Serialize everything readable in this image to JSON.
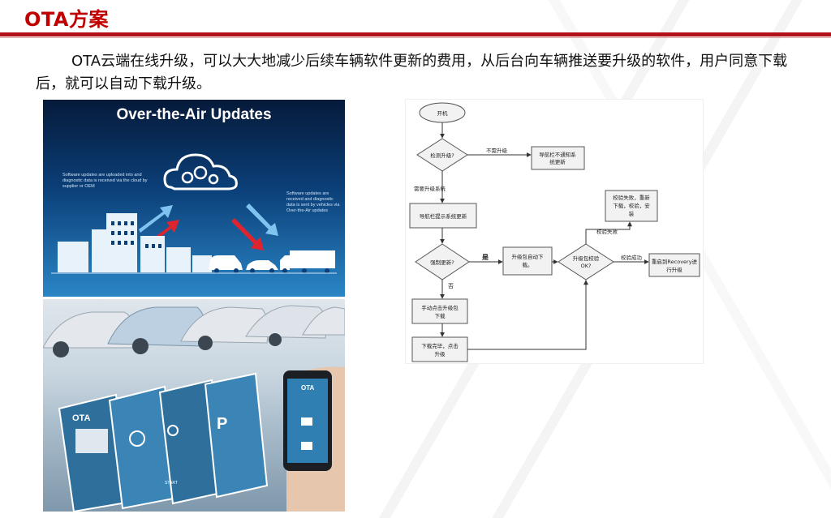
{
  "slide": {
    "title": "OTA方案",
    "intro": "OTA云端在线升级，可以大大地减少后续车辆软件更新的费用，从后台向车辆推送要升级的软件，用户同意下载后，就可以自动下载升级。"
  },
  "ota_graphic": {
    "heading": "Over-the-Air Updates",
    "note_left": "Software updates are uploaded into and diagnostic data is received via the cloud by supplier or OEM",
    "note_right": "Software updates are received and diagnostic data is sent by vehicles via Over-the-Air updates",
    "icons": [
      "cloud-gears-icon",
      "upload-arrow-icon",
      "download-arrow-icon",
      "building-icon",
      "van-icon",
      "car-icon",
      "truck-icon"
    ]
  },
  "photo": {
    "app_label": "OTA",
    "screen_label": "START",
    "icons": [
      "parking-icon",
      "charging-icon",
      "lock-icon",
      "unlock-icon",
      "settings-icon",
      "map-icon"
    ]
  },
  "flowchart": {
    "start": "开机",
    "check": "检测升级?",
    "no_upgrade_label": "不需升级",
    "no_upgrade_box": [
      "导航栏不通知系",
      "统更新"
    ],
    "need_upgrade_label": "需要升级系统",
    "notify_box": "导航栏提示系统更新",
    "force_update": "强制更新?",
    "yes_label": "是",
    "no_label": "否",
    "auto_download": [
      "升级包自动下",
      "载。"
    ],
    "manual_click": [
      "手动点击升级包",
      "下载"
    ],
    "download_done": [
      "下载完毕，点击",
      "升级"
    ],
    "verify_ok": [
      "升级包校验",
      "OK?"
    ],
    "verify_fail_label": "校验失败",
    "verify_fail_box": [
      "校验失败，重新",
      "下载，校验，安",
      "装"
    ],
    "verify_success_label": "校验成功",
    "recovery_box": [
      "重启到Recovery进",
      "行升级"
    ]
  },
  "colors": {
    "title_red": "#c00000",
    "rule_red": "#b3111a",
    "ota_blue": "#0b3f78",
    "arrow_red": "#e0242d",
    "arrow_blue": "#7fc4f0",
    "flow_box": "#f2f2f2"
  }
}
